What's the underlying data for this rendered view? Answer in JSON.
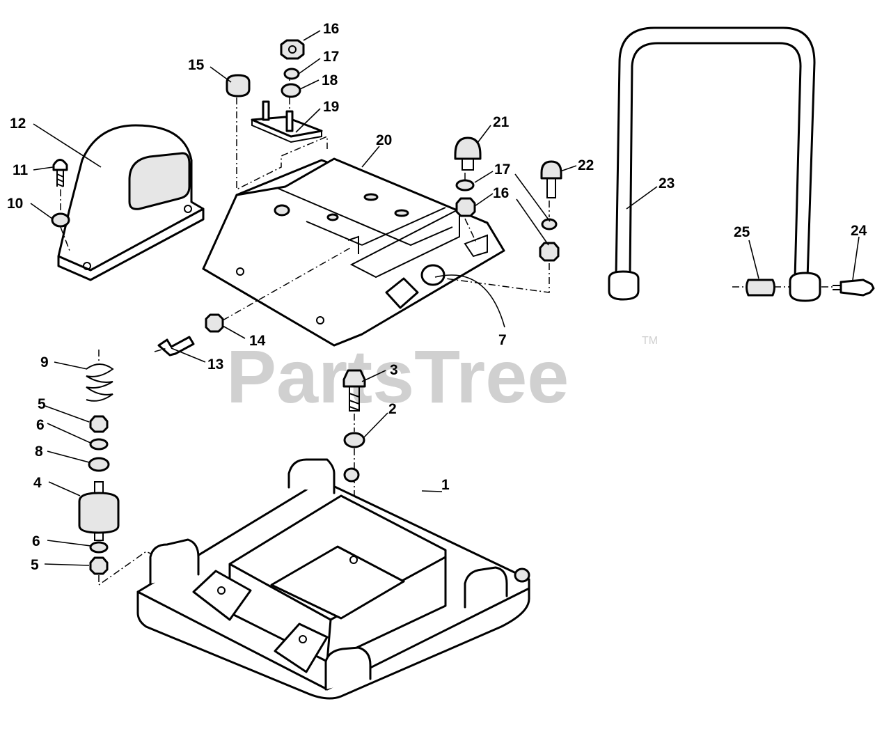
{
  "watermark": {
    "text": "PartsTree",
    "trademark": "TM"
  },
  "callouts": [
    {
      "id": "label-1",
      "text": "1"
    },
    {
      "id": "label-2",
      "text": "2"
    },
    {
      "id": "label-3",
      "text": "3"
    },
    {
      "id": "label-4",
      "text": "4"
    },
    {
      "id": "label-5a",
      "text": "5"
    },
    {
      "id": "label-5b",
      "text": "5"
    },
    {
      "id": "label-6a",
      "text": "6"
    },
    {
      "id": "label-6b",
      "text": "6"
    },
    {
      "id": "label-7",
      "text": "7"
    },
    {
      "id": "label-8",
      "text": "8"
    },
    {
      "id": "label-9",
      "text": "9"
    },
    {
      "id": "label-10",
      "text": "10"
    },
    {
      "id": "label-11",
      "text": "11"
    },
    {
      "id": "label-12",
      "text": "12"
    },
    {
      "id": "label-13",
      "text": "13"
    },
    {
      "id": "label-14",
      "text": "14"
    },
    {
      "id": "label-15",
      "text": "15"
    },
    {
      "id": "label-16a",
      "text": "16"
    },
    {
      "id": "label-16b",
      "text": "16"
    },
    {
      "id": "label-17a",
      "text": "17"
    },
    {
      "id": "label-17b",
      "text": "17"
    },
    {
      "id": "label-18",
      "text": "18"
    },
    {
      "id": "label-19",
      "text": "19"
    },
    {
      "id": "label-20",
      "text": "20"
    },
    {
      "id": "label-21",
      "text": "21"
    },
    {
      "id": "label-22",
      "text": "22"
    },
    {
      "id": "label-23",
      "text": "23"
    },
    {
      "id": "label-24",
      "text": "24"
    },
    {
      "id": "label-25",
      "text": "25"
    }
  ]
}
